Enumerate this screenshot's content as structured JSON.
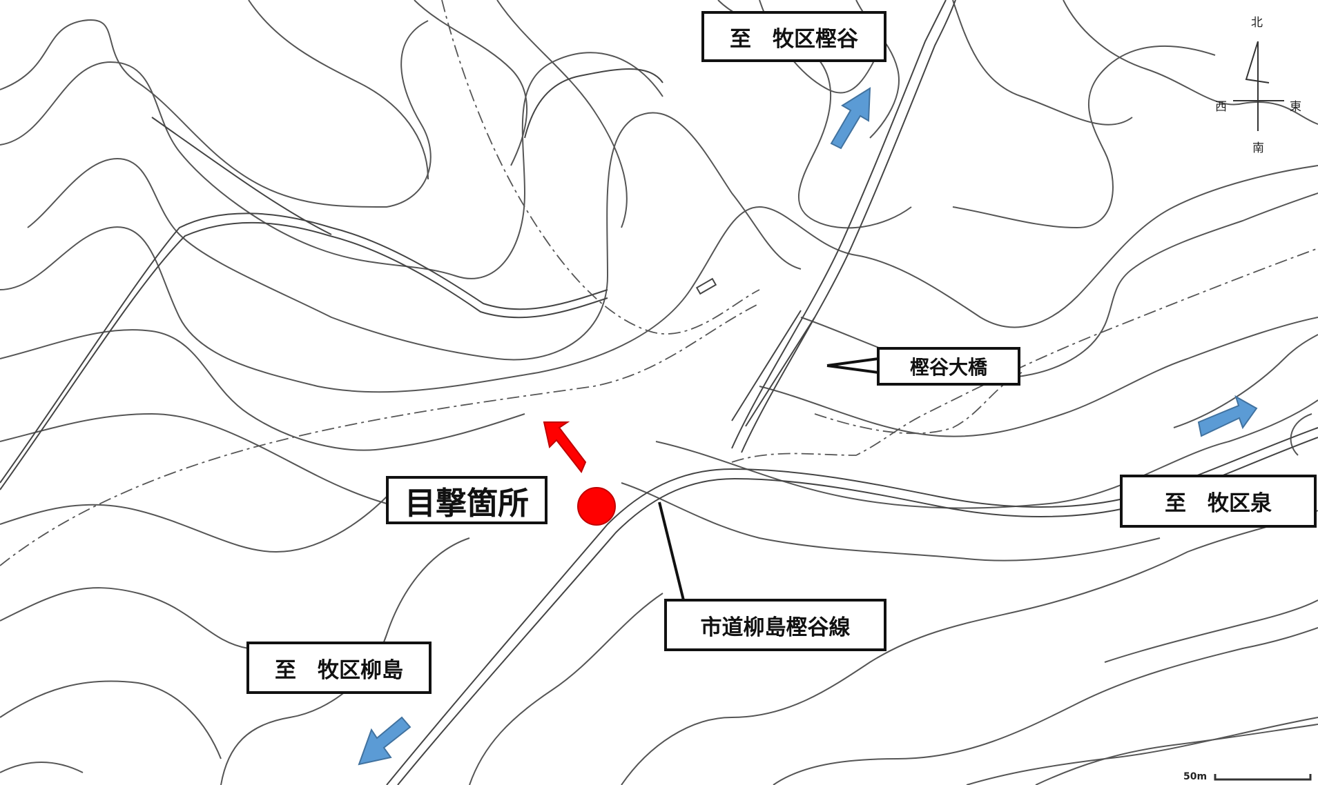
{
  "labels": {
    "to_kashidani": "至　牧区樫谷",
    "bridge": "樫谷大橋",
    "to_izumi": "至　牧区泉",
    "road": "市道柳島樫谷線",
    "to_yanagishima": "至　牧区柳島",
    "sighting": "目撃箇所"
  },
  "compass": {
    "north": "北",
    "west": "西",
    "east": "東",
    "south": "南"
  },
  "scale": {
    "text": "50m"
  },
  "colors": {
    "contour": "#555555",
    "arrow_blue": "#5b9bd5",
    "arrow_red": "#ff0000",
    "marker": "#ff0000"
  }
}
